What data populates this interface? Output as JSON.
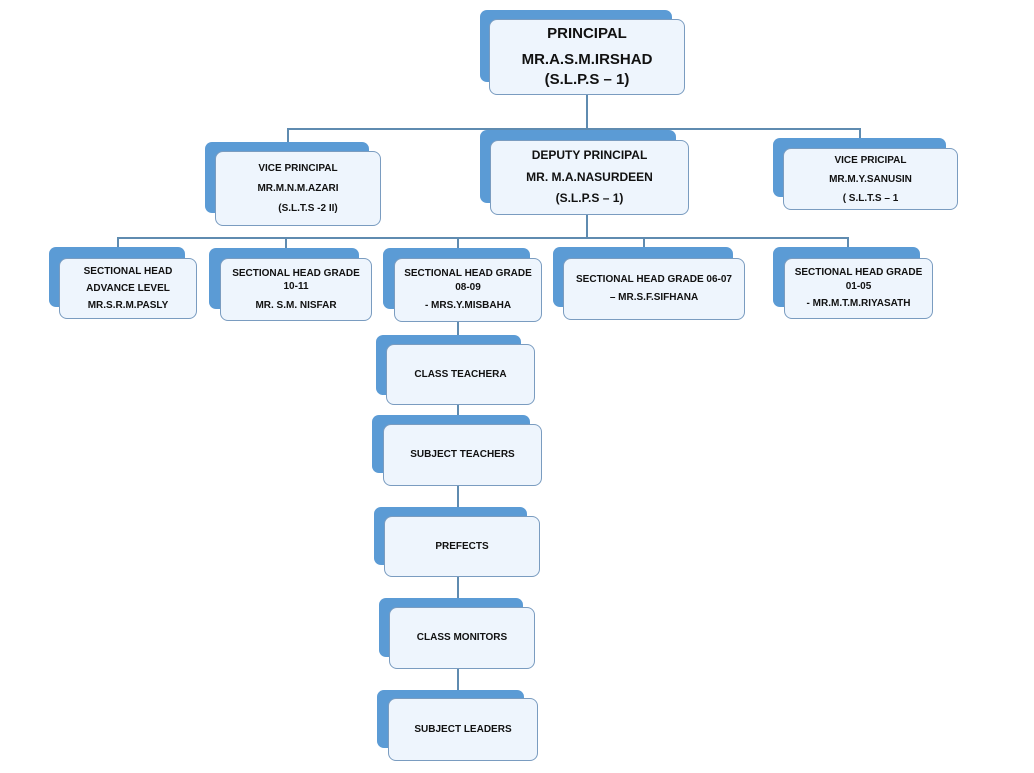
{
  "principal": {
    "title": "PRINCIPAL",
    "name": "MR.A.S.M.IRSHAD",
    "grade": "(S.L.P.S – 1)"
  },
  "vice_principal_1": {
    "title": "VICE PRINCIPAL",
    "name": "MR.M.N.M.AZARI",
    "grade": "(S.L.T.S -2 II)"
  },
  "deputy_principal": {
    "title": "DEPUTY PRINCIPAL",
    "name": "MR. M.A.NASURDEEN",
    "grade": "(S.L.P.S – 1)"
  },
  "vice_principal_2": {
    "title": "VICE PRICIPAL",
    "name": "MR.M.Y.SANUSIN",
    "grade": "( S.L.T.S – 1"
  },
  "sectional_heads": [
    {
      "lines": [
        "SECTIONAL HEAD",
        "ADVANCE LEVEL",
        "MR.S.R.M.PASLY"
      ]
    },
    {
      "lines": [
        "SECTIONAL HEAD GRADE",
        "10-11",
        "MR. S.M. NISFAR"
      ]
    },
    {
      "lines": [
        "SECTIONAL HEAD GRADE",
        "08-09",
        "- MRS.Y.MISBAHA"
      ]
    },
    {
      "lines": [
        "SECTIONAL HEAD GRADE 06-07",
        "– MR.S.F.SIFHANA"
      ]
    },
    {
      "lines": [
        "SECTIONAL HEAD GRADE",
        "01-05",
        "- MR.M.T.M.RIYASATH"
      ]
    }
  ],
  "chain": [
    "CLASS TEACHERA",
    "SUBJECT TEACHERS",
    "PREFECTS",
    "CLASS MONITORS",
    "SUBJECT LEADERS"
  ],
  "colors": {
    "box_back": "#5b9bd5",
    "box_front": "#eef5fd",
    "border": "#7a9cc0",
    "line": "#5f8bb0"
  }
}
